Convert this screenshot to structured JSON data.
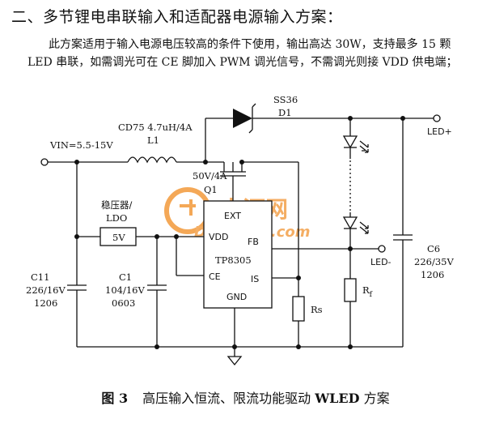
{
  "heading": "二、多节锂电串联输入和适配器电源输入方案：",
  "intro": "此方案适用于输入电源电压较高的条件下使用，输出高达 30W，支持最多 15 颗 LED 串联，如需调光可在 CE 脚加入 PWM 调光信号，不需调光则接 VDD 供电端；",
  "circuit": {
    "vin": "VIN=5.5-15V",
    "inductor_part": "CD75 4.7uH/4A",
    "inductor_ref": "L1",
    "diode_part": "SS36",
    "diode_ref": "D1",
    "mosfet_rating": "50V/4A",
    "mosfet_ref": "Q1",
    "ldo_label_1": "稳压器/",
    "ldo_label_2": "LDO",
    "ldo_value": "5V",
    "ic_name": "TP8305",
    "pin_ext": "EXT",
    "pin_fb": "FB",
    "pin_vdd": "VDD",
    "pin_ce": "CE",
    "pin_is": "IS",
    "pin_gnd": "GND",
    "c11_ref": "C11",
    "c11_value": "226/16V",
    "c11_size": "1206",
    "c1_ref": "C1",
    "c1_value": "104/16V",
    "c1_size": "0603",
    "c6_ref": "C6",
    "c6_value": "226/35V",
    "c6_size": "1206",
    "led_plus": "LED+",
    "led_minus": "LED-",
    "rs": "Rs",
    "rf_main": "R",
    "rf_sub": "f"
  },
  "watermark": {
    "brand": "电源网",
    "url": "DianYuan.com"
  },
  "caption": {
    "fig": "图 3",
    "text_pre": "高压输入恒流、限流功能驱动 ",
    "text_bold": "WLED",
    "text_post": " 方案"
  }
}
